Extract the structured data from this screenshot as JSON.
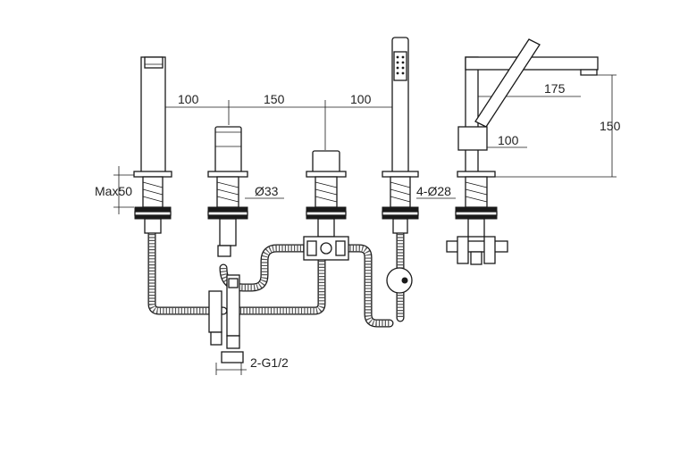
{
  "dimensions": {
    "spacing_left": "100",
    "spacing_middle": "150",
    "spacing_right": "100",
    "spout_reach": "175",
    "spout_height": "150",
    "spout_offset": "100",
    "max_deck": "Max50",
    "hole_diameter": "Ø33",
    "holes": "4-Ø28",
    "connection": "2-G1/2"
  }
}
